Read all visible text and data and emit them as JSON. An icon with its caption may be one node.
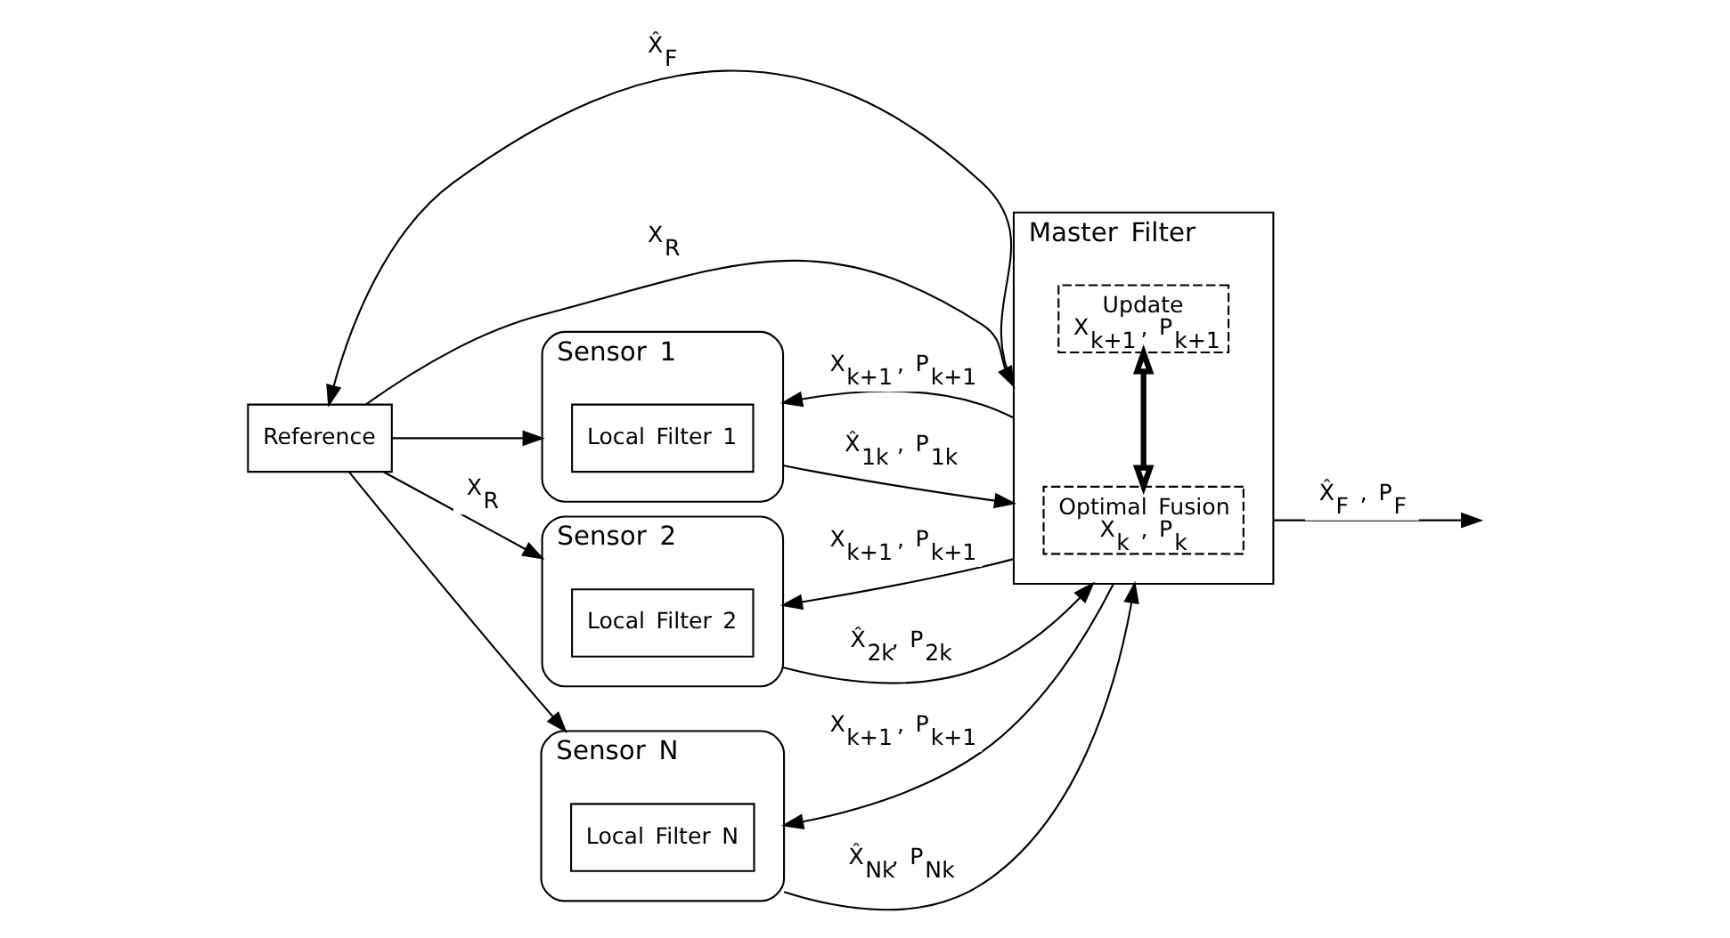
{
  "diagram": {
    "nodes": [
      {
        "text": [
          "Reference"
        ]
      },
      {
        "text": [
          "Master Filter"
        ]
      },
      {
        "text": [
          "Optimal Fusion",
          "X$_{k}$ , P$_{k}$"
        ],
        "in": 1
      },
      {
        "text": [
          "Update",
          "X$_{k+1}$ , P$_{k+1}$"
        ],
        "in": 1
      },
      {
        "text": [
          "Sensor 1"
        ]
      },
      {
        "text": [
          "Local Filter 1"
        ],
        "in": 4
      },
      {
        "text": [
          "Sensor 2"
        ]
      },
      {
        "text": [
          "Local Filter 2"
        ],
        "in": 6
      },
      {
        "text": [
          "Sensor N"
        ]
      },
      {
        "text": [
          "Local Filter N"
        ],
        "in": 8
      }
    ],
    "edges": [
      {
        "from": 1,
        "to": 0,
        "arrow": "to",
        "label": "X̂$_{F}$"
      },
      {
        "from": 0,
        "to": 1,
        "arrow": "to",
        "label": "X$_{R}$"
      },
      {
        "from": 0,
        "to": 4,
        "arrow": "to"
      },
      {
        "from": 0,
        "to": 6,
        "arrow": "to",
        "label": "X$_{R}$"
      },
      {
        "from": 0,
        "to": 8,
        "arrow": "to"
      },
      {
        "from": 1,
        "to": 4,
        "arrow": "to",
        "label": "X$_{k+1}$ , P$_{k+1}$"
      },
      {
        "from": 4,
        "to": 1,
        "arrow": "to",
        "label": "X̂$_{1k}$ , P$_{1k}$"
      },
      {
        "from": 1,
        "to": 6,
        "arrow": "to",
        "label": "X$_{k+1}$ , P$_{k+1}$"
      },
      {
        "from": 6,
        "to": 1,
        "arrow": "to",
        "label": "X̂$_{2k}$, P$_{2k}$"
      },
      {
        "from": 1,
        "to": 8,
        "arrow": "to",
        "label": "X$_{k+1}$ , P$_{k+1}$"
      },
      {
        "from": 8,
        "to": 1,
        "arrow": "to",
        "label": "X̂$_{Nk}$, P$_{Nk}$"
      },
      {
        "from": 2,
        "to": 3,
        "arrow": "both",
        "style": "thick"
      },
      {
        "from": 1,
        "to": null,
        "arrow": "to",
        "label": "X̂$_{F}$ , P$_{F}$"
      }
    ]
  }
}
